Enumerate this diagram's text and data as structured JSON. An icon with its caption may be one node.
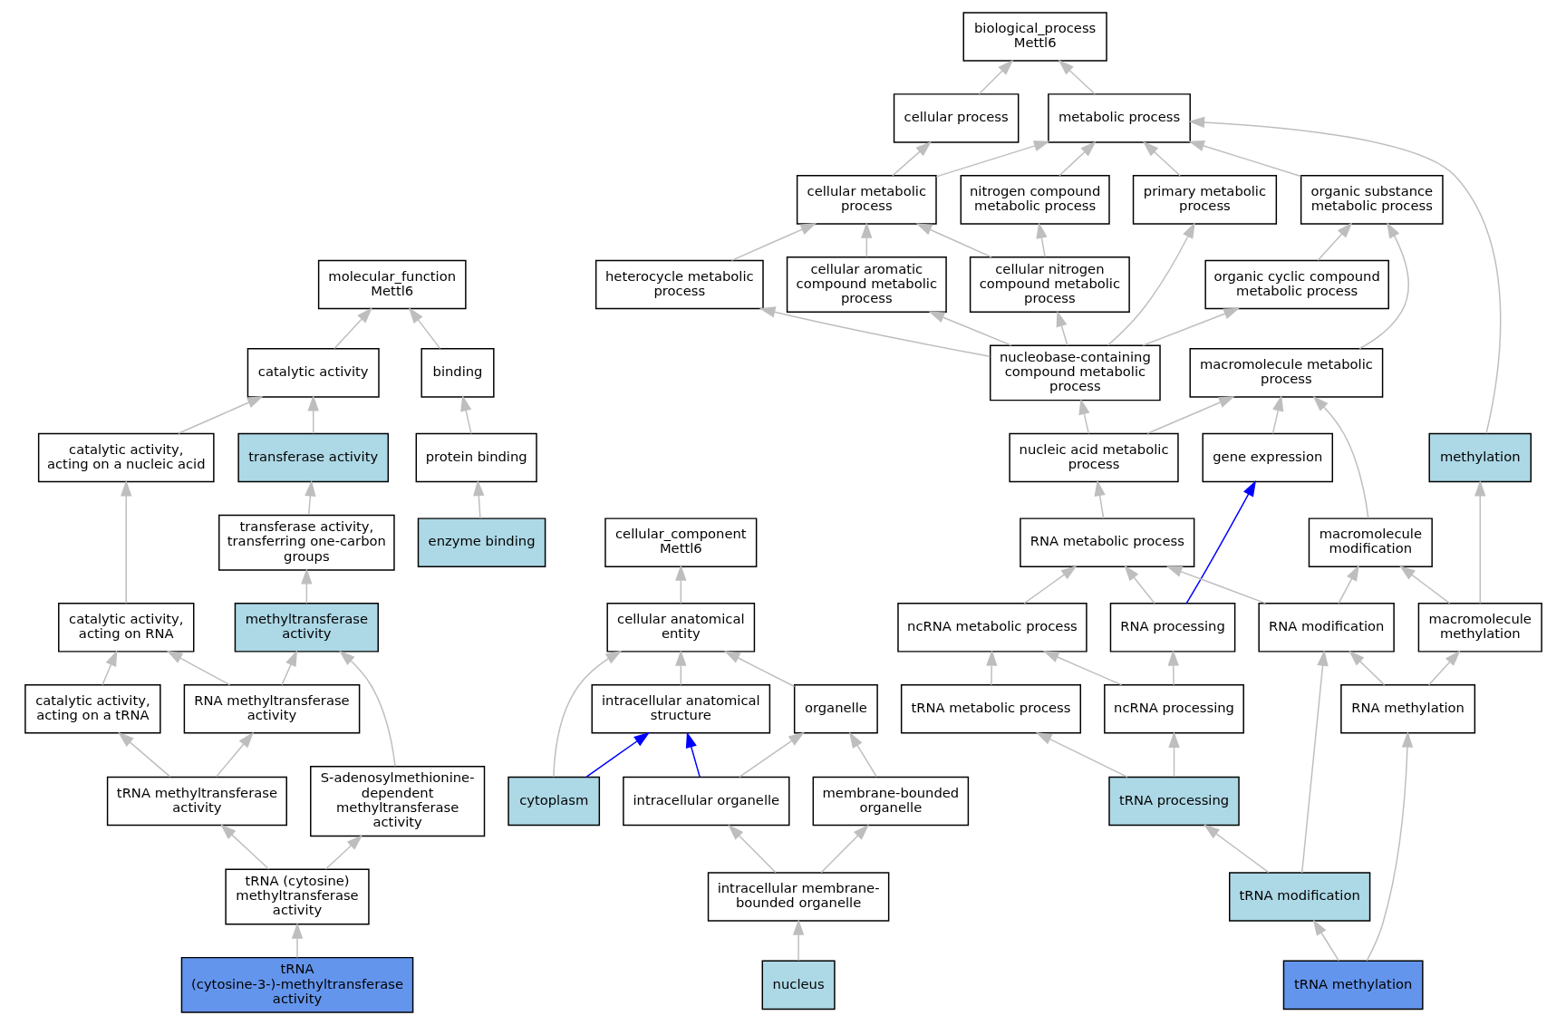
{
  "diagram": {
    "nodes": [
      {
        "text": [
          "molecular_function",
          "Mettl6"
        ]
      },
      {
        "text": [
          "catalytic activity"
        ]
      },
      {
        "text": [
          "binding"
        ]
      },
      {
        "text": [
          "catalytic activity, acting on a nucleic acid"
        ]
      },
      {
        "text": [
          "transferase activity"
        ]
      },
      {
        "text": [
          "protein binding"
        ]
      },
      {
        "text": [
          "transferase activity, transferring one-carbon groups"
        ]
      },
      {
        "text": [
          "enzyme binding"
        ]
      },
      {
        "text": [
          "catalytic activity, acting on RNA"
        ]
      },
      {
        "text": [
          "methyltransferase activity"
        ]
      },
      {
        "text": [
          "catalytic activity, acting on a tRNA"
        ]
      },
      {
        "text": [
          "RNA methyltransferase activity"
        ]
      },
      {
        "text": [
          "tRNA methyltransferase activity"
        ]
      },
      {
        "text": [
          "S-adenosylmethionine-dependent methyltransferase activity"
        ]
      },
      {
        "text": [
          "tRNA (cytosine) methyltransferase activity"
        ]
      },
      {
        "text": [
          "tRNA (cytosine-3-)-methyltransferase activity"
        ]
      },
      {
        "text": [
          "cellular_component",
          "Mettl6"
        ]
      },
      {
        "text": [
          "cellular anatomical entity"
        ]
      },
      {
        "text": [
          "intracellular anatomical structure"
        ]
      },
      {
        "text": [
          "organelle"
        ]
      },
      {
        "text": [
          "cytoplasm"
        ]
      },
      {
        "text": [
          "intracellular organelle"
        ]
      },
      {
        "text": [
          "membrane-bounded organelle"
        ]
      },
      {
        "text": [
          "intracellular membrane-bounded organelle"
        ]
      },
      {
        "text": [
          "nucleus"
        ]
      },
      {
        "text": [
          "biological_process",
          "Mettl6"
        ]
      },
      {
        "text": [
          "cellular process"
        ]
      },
      {
        "text": [
          "metabolic process"
        ]
      },
      {
        "text": [
          "cellular metabolic process"
        ]
      },
      {
        "text": [
          "nitrogen compound metabolic process"
        ]
      },
      {
        "text": [
          "primary metabolic process"
        ]
      },
      {
        "text": [
          "organic substance metabolic process"
        ]
      },
      {
        "text": [
          "cellular aromatic compound metabolic process"
        ]
      },
      {
        "text": [
          "heterocycle metabolic process"
        ]
      },
      {
        "text": [
          "cellular nitrogen compound metabolic process"
        ]
      },
      {
        "text": [
          "organic cyclic compound metabolic process"
        ]
      },
      {
        "text": [
          "nucleobase-containing compound metabolic process"
        ]
      },
      {
        "text": [
          "macromolecule metabolic process"
        ]
      },
      {
        "text": [
          "methylation"
        ]
      },
      {
        "text": [
          "nucleic acid metabolic process"
        ]
      },
      {
        "text": [
          "macromolecule modification"
        ]
      },
      {
        "text": [
          "RNA metabolic process"
        ]
      },
      {
        "text": [
          "gene expression"
        ]
      },
      {
        "text": [
          "macromolecule methylation"
        ]
      },
      {
        "text": [
          "ncRNA metabolic process"
        ]
      },
      {
        "text": [
          "RNA processing"
        ]
      },
      {
        "text": [
          "RNA modification"
        ]
      },
      {
        "text": [
          "tRNA metabolic process"
        ]
      },
      {
        "text": [
          "ncRNA processing"
        ]
      },
      {
        "text": [
          "RNA methylation"
        ]
      },
      {
        "text": [
          "tRNA processing"
        ]
      },
      {
        "text": [
          "tRNA modification"
        ]
      },
      {
        "text": [
          "tRNA methylation"
        ]
      }
    ],
    "edges": [
      {
        "from": 1,
        "to": 0,
        "arrow": "to"
      },
      {
        "from": 2,
        "to": 0,
        "arrow": "to"
      },
      {
        "from": 3,
        "to": 1,
        "arrow": "to"
      },
      {
        "from": 4,
        "to": 1,
        "arrow": "to"
      },
      {
        "from": 5,
        "to": 2,
        "arrow": "to"
      },
      {
        "from": 6,
        "to": 4,
        "arrow": "to"
      },
      {
        "from": 7,
        "to": 5,
        "arrow": "to"
      },
      {
        "from": 8,
        "to": 3,
        "arrow": "to"
      },
      {
        "from": 9,
        "to": 6,
        "arrow": "to"
      },
      {
        "from": 10,
        "to": 8,
        "arrow": "to"
      },
      {
        "from": 11,
        "to": 8,
        "arrow": "to"
      },
      {
        "from": 11,
        "to": 9,
        "arrow": "to"
      },
      {
        "from": 12,
        "to": 10,
        "arrow": "to"
      },
      {
        "from": 12,
        "to": 11,
        "arrow": "to"
      },
      {
        "from": 13,
        "to": 9,
        "arrow": "to"
      },
      {
        "from": 14,
        "to": 12,
        "arrow": "to"
      },
      {
        "from": 14,
        "to": 13,
        "arrow": "to"
      },
      {
        "from": 15,
        "to": 14,
        "arrow": "to"
      },
      {
        "from": 17,
        "to": 16,
        "arrow": "to"
      },
      {
        "from": 18,
        "to": 17,
        "arrow": "to"
      },
      {
        "from": 19,
        "to": 17,
        "arrow": "to"
      },
      {
        "from": 20,
        "to": 17,
        "arrow": "to"
      },
      {
        "from": 20,
        "to": 18,
        "arrow": "to",
        "color": "#0000ff"
      },
      {
        "from": 21,
        "to": 18,
        "arrow": "to",
        "color": "#0000ff"
      },
      {
        "from": 21,
        "to": 19,
        "arrow": "to"
      },
      {
        "from": 22,
        "to": 19,
        "arrow": "to"
      },
      {
        "from": 23,
        "to": 21,
        "arrow": "to"
      },
      {
        "from": 23,
        "to": 22,
        "arrow": "to"
      },
      {
        "from": 24,
        "to": 23,
        "arrow": "to"
      },
      {
        "from": 26,
        "to": 25,
        "arrow": "to"
      },
      {
        "from": 27,
        "to": 25,
        "arrow": "to"
      },
      {
        "from": 28,
        "to": 26,
        "arrow": "to"
      },
      {
        "from": 28,
        "to": 27,
        "arrow": "to"
      },
      {
        "from": 29,
        "to": 27,
        "arrow": "to"
      },
      {
        "from": 30,
        "to": 27,
        "arrow": "to"
      },
      {
        "from": 31,
        "to": 27,
        "arrow": "to"
      },
      {
        "from": 38,
        "to": 27,
        "arrow": "to"
      },
      {
        "from": 32,
        "to": 28,
        "arrow": "to"
      },
      {
        "from": 33,
        "to": 28,
        "arrow": "to"
      },
      {
        "from": 34,
        "to": 28,
        "arrow": "to"
      },
      {
        "from": 34,
        "to": 29,
        "arrow": "to"
      },
      {
        "from": 35,
        "to": 31,
        "arrow": "to"
      },
      {
        "from": 36,
        "to": 32,
        "arrow": "to"
      },
      {
        "from": 36,
        "to": 33,
        "arrow": "to"
      },
      {
        "from": 36,
        "to": 34,
        "arrow": "to"
      },
      {
        "from": 36,
        "to": 30,
        "arrow": "to"
      },
      {
        "from": 36,
        "to": 35,
        "arrow": "to"
      },
      {
        "from": 37,
        "to": 31,
        "arrow": "to"
      },
      {
        "from": 39,
        "to": 36,
        "arrow": "to"
      },
      {
        "from": 39,
        "to": 37,
        "arrow": "to"
      },
      {
        "from": 42,
        "to": 37,
        "arrow": "to"
      },
      {
        "from": 40,
        "to": 37,
        "arrow": "to"
      },
      {
        "from": 43,
        "to": 40,
        "arrow": "to"
      },
      {
        "from": 43,
        "to": 38,
        "arrow": "to"
      },
      {
        "from": 41,
        "to": 39,
        "arrow": "to"
      },
      {
        "from": 45,
        "to": 42,
        "arrow": "to",
        "color": "#0000ff"
      },
      {
        "from": 44,
        "to": 41,
        "arrow": "to"
      },
      {
        "from": 45,
        "to": 41,
        "arrow": "to"
      },
      {
        "from": 46,
        "to": 41,
        "arrow": "to"
      },
      {
        "from": 46,
        "to": 40,
        "arrow": "to"
      },
      {
        "from": 48,
        "to": 44,
        "arrow": "to"
      },
      {
        "from": 48,
        "to": 45,
        "arrow": "to"
      },
      {
        "from": 47,
        "to": 44,
        "arrow": "to"
      },
      {
        "from": 50,
        "to": 47,
        "arrow": "to"
      },
      {
        "from": 50,
        "to": 48,
        "arrow": "to"
      },
      {
        "from": 49,
        "to": 46,
        "arrow": "to"
      },
      {
        "from": 49,
        "to": 43,
        "arrow": "to"
      },
      {
        "from": 51,
        "to": 50,
        "arrow": "to"
      },
      {
        "from": 51,
        "to": 46,
        "arrow": "to"
      },
      {
        "from": 52,
        "to": 51,
        "arrow": "to"
      },
      {
        "from": 52,
        "to": 49,
        "arrow": "to"
      }
    ]
  }
}
